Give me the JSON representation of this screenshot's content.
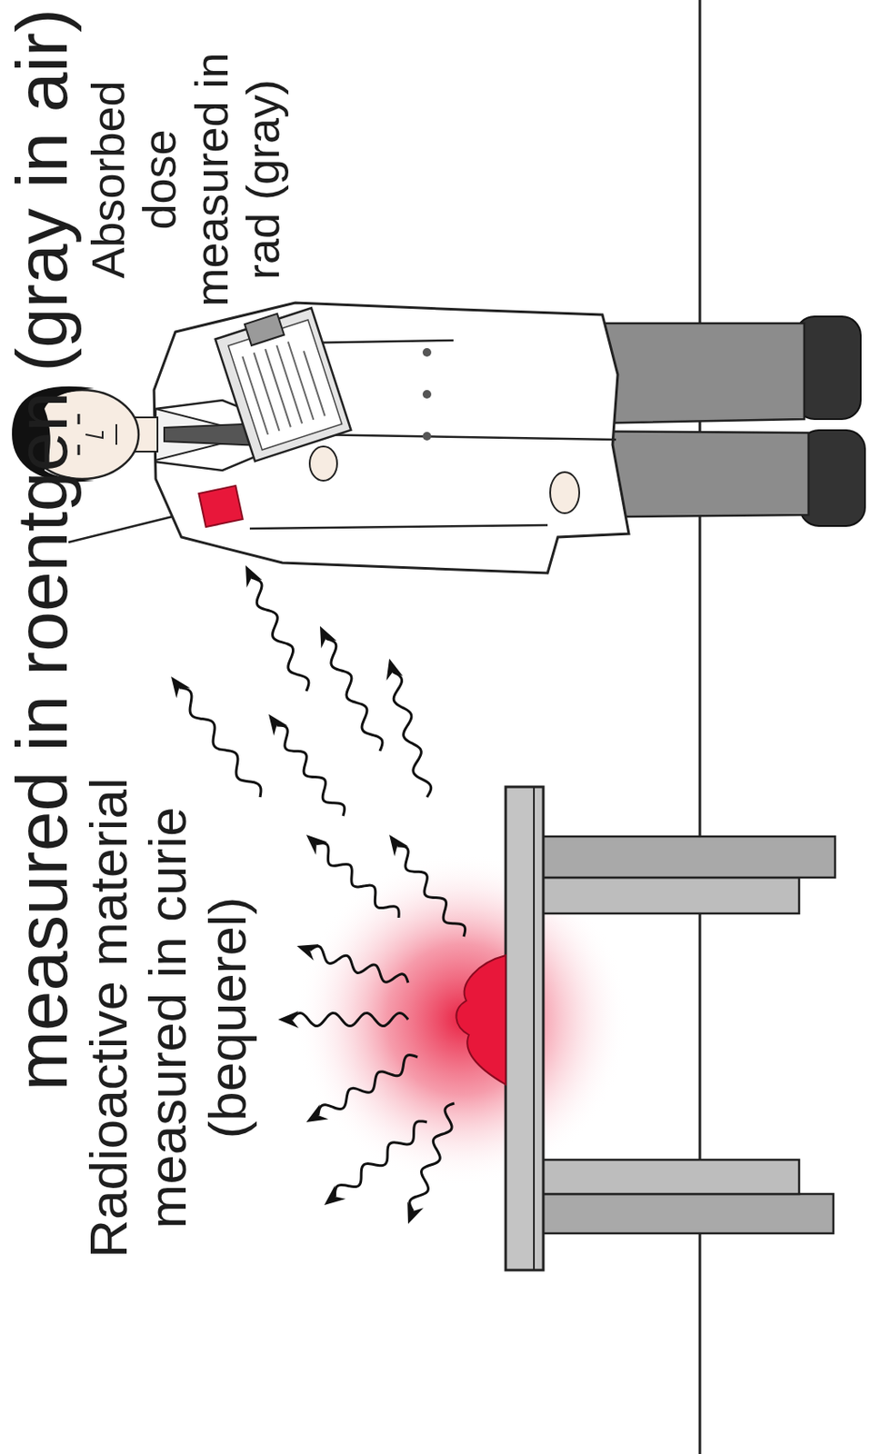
{
  "diagram": {
    "labels": [
      "measured in roentgen (gray in air)",
      "Radioactive material measured in curie (bequerel)",
      "Absorbed dose measured in rad (gray)"
    ]
  }
}
